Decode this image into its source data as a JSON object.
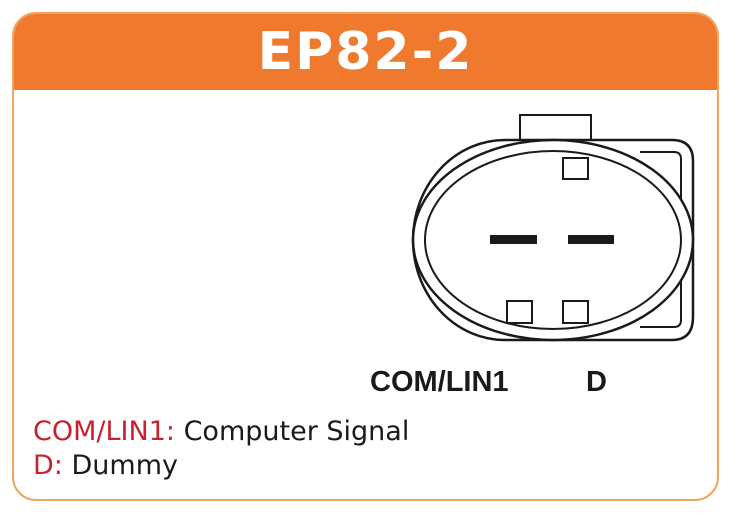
{
  "header": {
    "title": "EP82-2"
  },
  "connector": {
    "pin_labels": [
      "COM/LIN1",
      "D"
    ]
  },
  "legend": [
    {
      "key": "COM/LIN1:",
      "description": "Computer Signal"
    },
    {
      "key": "D:",
      "description": "Dummy"
    }
  ],
  "colors": {
    "header_bg": "#ef7a2e",
    "border": "#f0a45d",
    "legend_key": "#c8202e",
    "text": "#1a1a1a"
  }
}
